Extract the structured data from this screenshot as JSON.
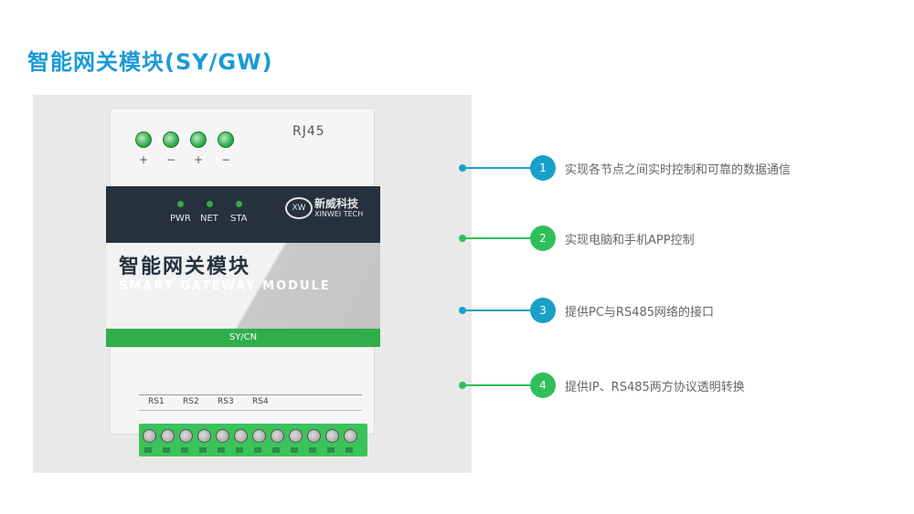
{
  "title": "智能网关模块(SY/GW)",
  "device": {
    "port_label": "RJ45",
    "top_polarity": [
      "+",
      "−",
      "+",
      "−"
    ],
    "leds": [
      "PWR",
      "NET",
      "STA"
    ],
    "brand_cn": "新威科技",
    "brand_en": "XINWEI TECH",
    "brand_logo": "XW",
    "product_cn": "智能网关模块",
    "product_en": "SMART GATEWAY MODULE",
    "green_label": "SY/CN",
    "terminal_groups": [
      "RS1",
      "RS2",
      "RS3",
      "RS4"
    ]
  },
  "colors": {
    "title": "#1a9ad6",
    "blue": "#1aa0c8",
    "green": "#2fbf5a"
  },
  "features": [
    {
      "number": "1",
      "text": "实现各节点之间实时控制和可靠的数据通信",
      "color": "#1aa0c8"
    },
    {
      "number": "2",
      "text": "实现电脑和手机APP控制",
      "color": "#2fbf5a"
    },
    {
      "number": "3",
      "text": "提供PC与RS485网络的接口",
      "color": "#1aa0c8"
    },
    {
      "number": "4",
      "text": "提供IP、RS485两方协议透明转换",
      "color": "#2fbf5a"
    }
  ]
}
